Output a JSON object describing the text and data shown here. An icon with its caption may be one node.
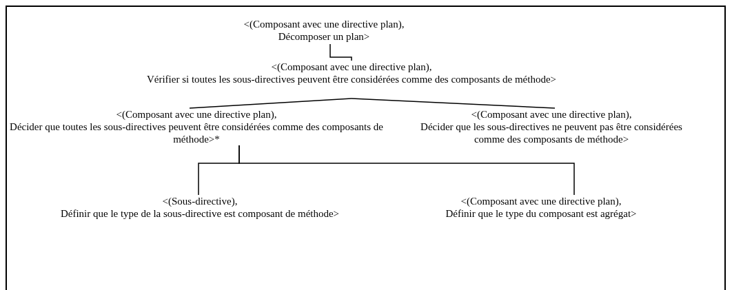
{
  "diagram": {
    "nodes": [
      {
        "text": [
          "<(Composant avec une directive plan),",
          "Décomposer un plan>"
        ]
      },
      {
        "text": [
          "<(Composant avec une directive plan),",
          "Vérifier si toutes les sous-directives peuvent être considérées comme des composants de méthode>"
        ]
      },
      {
        "text": [
          "<(Composant avec une directive plan),",
          "Décider que toutes les sous-directives peuvent être considérées comme des composants de méthode>*"
        ]
      },
      {
        "text": [
          "<(Composant avec une directive plan),",
          "Décider que les sous-directives ne peuvent pas être considérées comme des composants de méthode>"
        ]
      },
      {
        "text": [
          "<(Sous-directive),",
          "Définir que le type de la sous-directive est composant de méthode>"
        ]
      },
      {
        "text": [
          "<(Composant avec une directive plan),",
          "Définir que le type du composant est agrégat>"
        ]
      }
    ],
    "edges": [
      {
        "from": 0,
        "to": 1,
        "arrow": "none"
      },
      {
        "from": 1,
        "to": 2,
        "arrow": "none"
      },
      {
        "from": 1,
        "to": 3,
        "arrow": "none"
      },
      {
        "from": 2,
        "to": 4,
        "arrow": "none"
      },
      {
        "from": 2,
        "to": 5,
        "arrow": "none"
      }
    ]
  }
}
